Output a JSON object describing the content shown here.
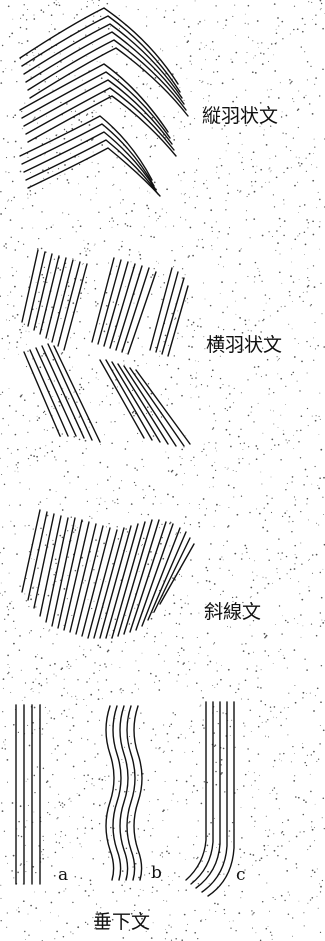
{
  "patterns": [
    {
      "id": "vertical-feather",
      "label": "縦羽状文"
    },
    {
      "id": "horizontal-feather",
      "label": "横羽状文"
    },
    {
      "id": "diagonal-line",
      "label": "斜線文"
    },
    {
      "id": "pendant",
      "label": "垂下文",
      "variants": [
        "a",
        "b",
        "c"
      ]
    }
  ],
  "colors": {
    "ink": "#111111",
    "stipple": "#555555"
  }
}
